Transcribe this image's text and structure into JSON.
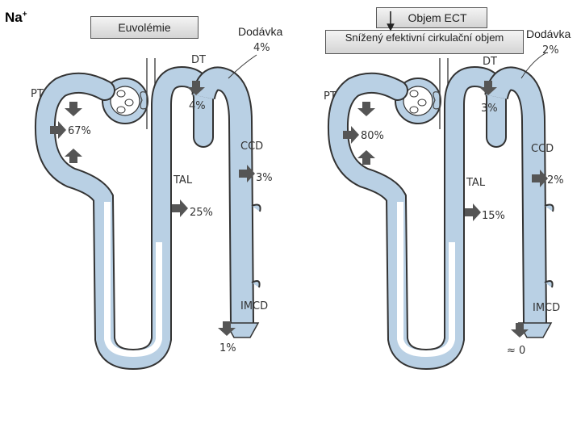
{
  "title": "Na+",
  "title_main": "Na",
  "title_sup": "+",
  "left": {
    "box_label": "Euvolémie",
    "delivery_caption": "Dodávka",
    "delivery_value": "4%",
    "segments": {
      "PT": "PT",
      "DT": "DT",
      "TAL": "TAL",
      "CCD": "CCD",
      "IMCD": "IMCD"
    },
    "values": {
      "PT": "67%",
      "DT": "4%",
      "TAL": "25%",
      "CCD": "3%",
      "excretion": "1%"
    }
  },
  "right": {
    "box_label": "Objem ECT",
    "box2_label": "Snížený efektivní cirkulační objem",
    "delivery_caption": "Dodávka",
    "delivery_value": "2%",
    "segments": {
      "PT": "PT",
      "DT": "DT",
      "TAL": "TAL",
      "CCD": "CCD",
      "IMCD": "IMCD"
    },
    "values": {
      "PT": "80%",
      "DT": "3%",
      "TAL": "15%",
      "CCD": "2%",
      "excretion": "≈ 0"
    }
  },
  "colors": {
    "tubule": "#b9d0e4",
    "outline": "#333333",
    "arrow": "#555555"
  }
}
